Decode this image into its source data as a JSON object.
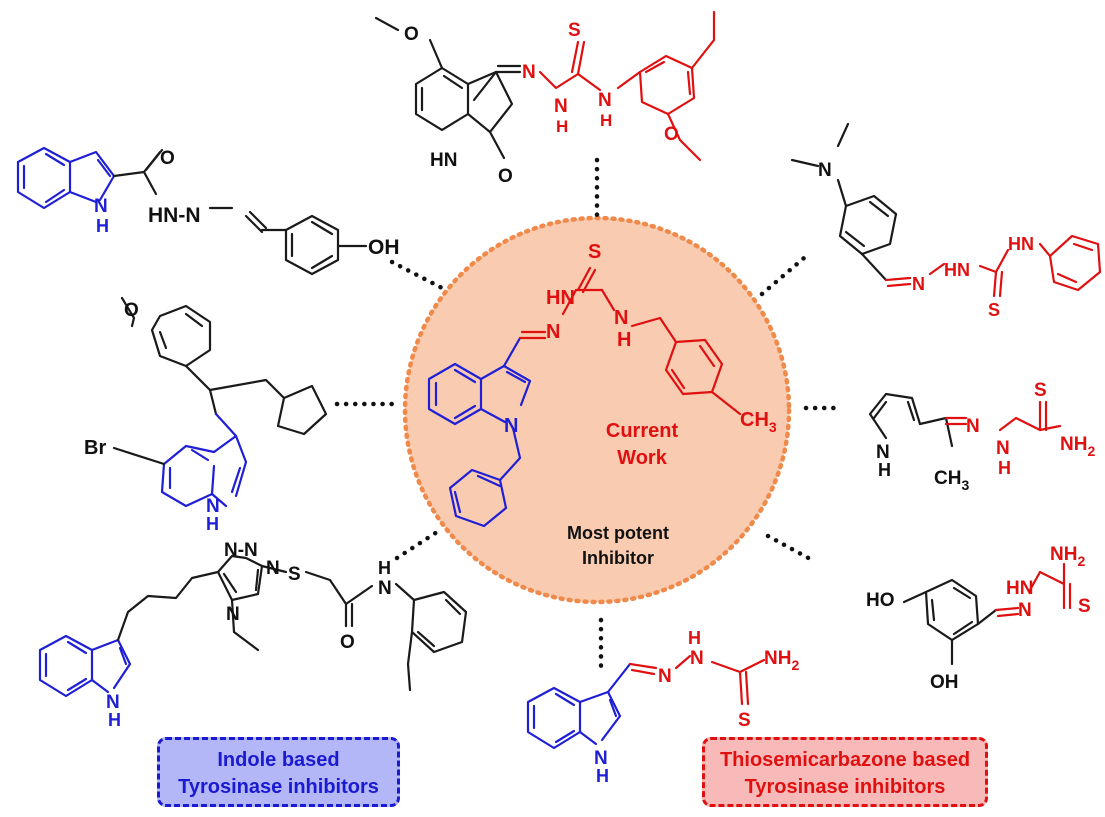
{
  "colors": {
    "indole_blue": "#1f1fd6",
    "thiosemicarbazone_red": "#e01010",
    "center_fill": "#f9cbb1",
    "center_border": "#f08a4b"
  },
  "center": {
    "label_line1": "Current",
    "label_line2": "Work",
    "caption_line1": "Most potent",
    "caption_line2": "Inhibitor"
  },
  "legends": {
    "indole_line1": "Indole based",
    "indole_line2": "Tyrosinase inhibitors",
    "thio_line1": "Thiosemicarbazone based",
    "thio_line2": "Tyrosinase inhibitors"
  },
  "atoms": {
    "S": "S",
    "NH": "NH",
    "HN": "HN",
    "HNN": "HN-N",
    "N": "N",
    "H": "H",
    "O": "O",
    "OH": "OH",
    "HO": "HO",
    "Br": "Br",
    "CH3": "CH",
    "sub3": "3",
    "NH2": "NH",
    "sub2": "2",
    "NN": "N-N"
  }
}
